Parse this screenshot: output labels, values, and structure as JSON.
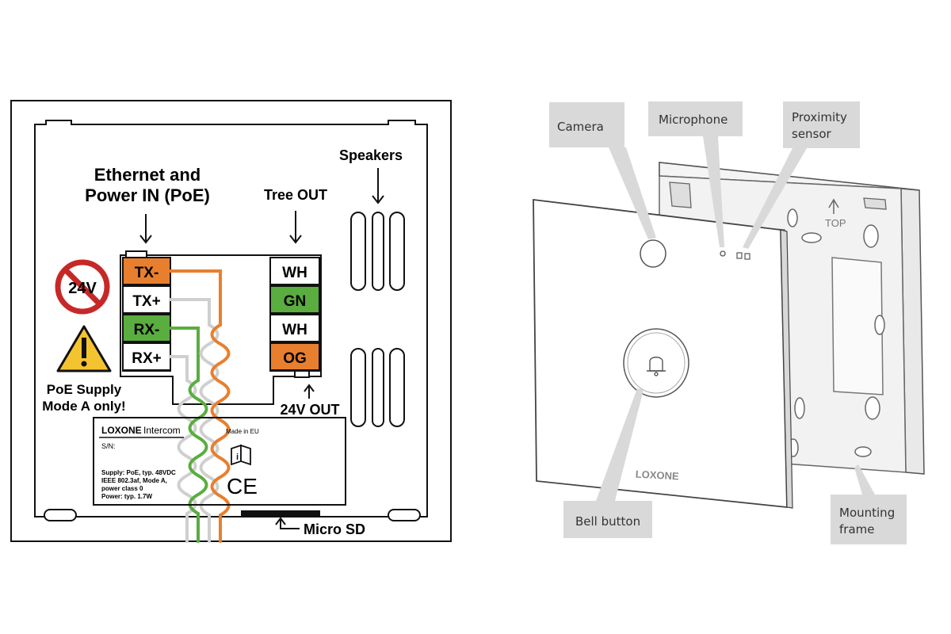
{
  "heading_partial": "",
  "left": {
    "ethernet_title": [
      "Ethernet and",
      "Power IN (PoE)"
    ],
    "tree_out": "Tree OUT",
    "speakers": "Speakers",
    "no_voltage": "24V",
    "poe_note": [
      "PoE Supply",
      "Mode A only!"
    ],
    "out_24v": "24V OUT",
    "micro_sd": "Micro SD",
    "terminals_left": [
      {
        "label": "TX-",
        "color": "#e87f2e"
      },
      {
        "label": "TX+",
        "color": "#ffffff"
      },
      {
        "label": "RX-",
        "color": "#5aad3f"
      },
      {
        "label": "RX+",
        "color": "#ffffff"
      }
    ],
    "terminals_right": [
      {
        "label": "WH",
        "color": "#ffffff"
      },
      {
        "label": "GN",
        "color": "#5aad3f"
      },
      {
        "label": "WH",
        "color": "#ffffff"
      },
      {
        "label": "OG",
        "color": "#e87f2e"
      }
    ],
    "sticker": {
      "brand": "LOXONE",
      "product": "Intercom",
      "made_in": "Made in EU",
      "sn": "S/N:",
      "specs": [
        "Supply: PoE, typ. 48VDC",
        "IEEE 802.3af, Mode A,",
        "power class 0",
        "Power: typ. 1.7W"
      ],
      "ce": "CE"
    }
  },
  "right": {
    "callouts": {
      "camera": "Camera",
      "microphone": "Microphone",
      "proximity": [
        "Proximity",
        "sensor"
      ],
      "bell": "Bell button",
      "mounting": [
        "Mounting",
        "frame"
      ]
    },
    "top_marker": "TOP",
    "device_logo": "LOXONE"
  },
  "colors": {
    "orange": "#e87f2e",
    "green": "#5aad3f",
    "red": "#c62828",
    "warning": "#f4c430",
    "callout": "#d9d9d9"
  }
}
